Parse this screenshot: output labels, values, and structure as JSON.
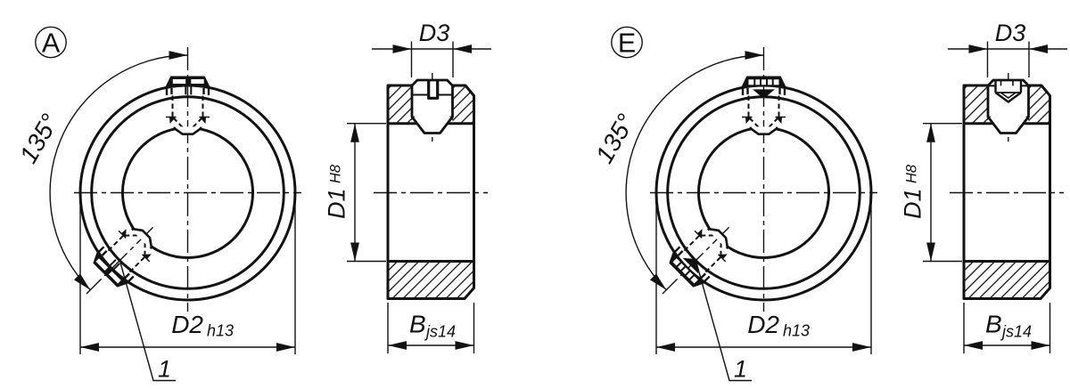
{
  "drawing": {
    "description": "Technical drawing of shaft collars DIN 705 with set screws, variants A and E, front view and sectional side view",
    "background_color": "#ffffff",
    "line_color": "#121212",
    "variants": [
      {
        "letter": "A",
        "angle_label": "135°",
        "ref_number": "1",
        "dim_outer": "D2",
        "dim_outer_tol": "h13",
        "dim_screw": "D3",
        "dim_bore": "D1",
        "dim_bore_tol": "H8",
        "dim_width": "B",
        "dim_width_tol": "js14"
      },
      {
        "letter": "E",
        "angle_label": "135°",
        "ref_number": "1",
        "dim_outer": "D2",
        "dim_outer_tol": "h13",
        "dim_screw": "D3",
        "dim_bore": "D1",
        "dim_bore_tol": "H8",
        "dim_width": "B",
        "dim_width_tol": "js14"
      }
    ]
  }
}
